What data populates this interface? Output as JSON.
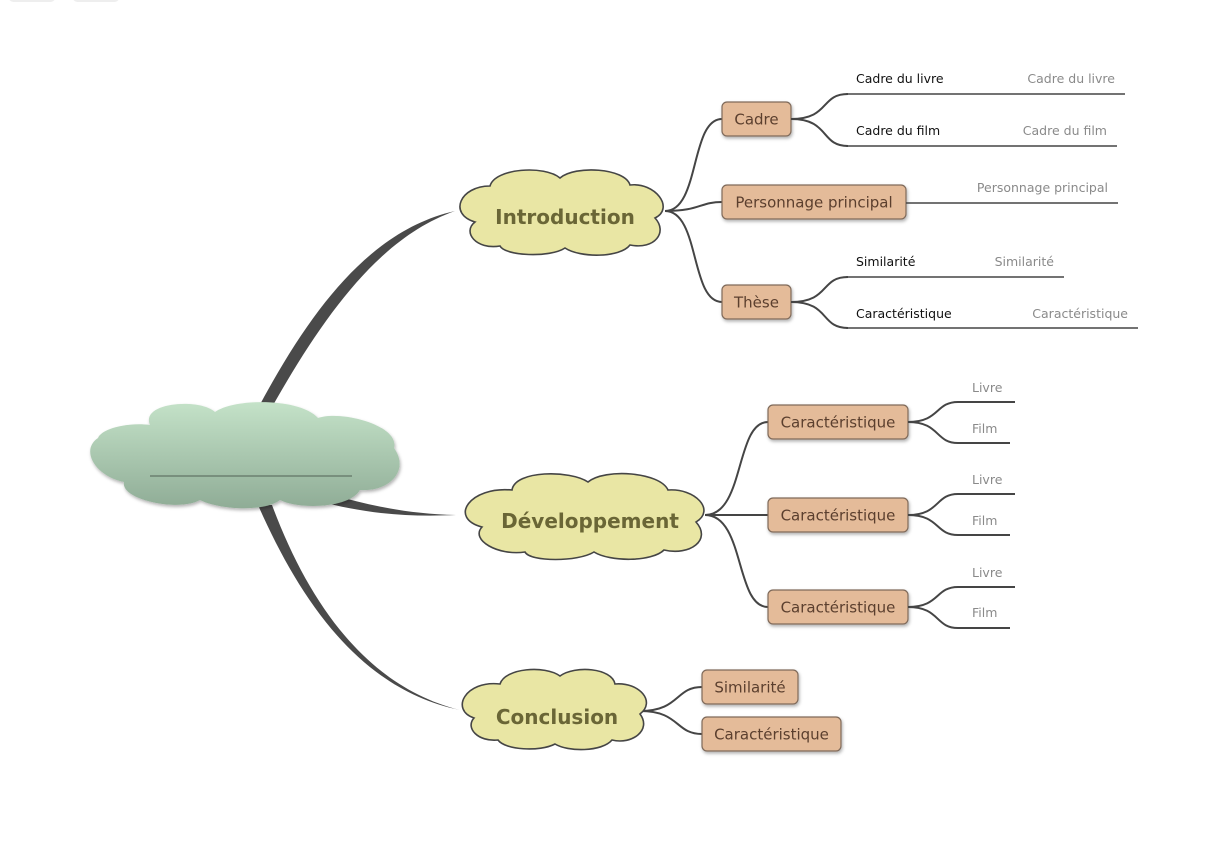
{
  "map": {
    "central": {
      "title": ""
    },
    "topics": {
      "introduction": {
        "label": "Introduction",
        "cadre": {
          "label": "Cadre",
          "livre": {
            "label": "Cadre du livre",
            "note": "Cadre du livre"
          },
          "film": {
            "label": "Cadre du film",
            "note": "Cadre du film"
          }
        },
        "personnage": {
          "label": "Personnage principal",
          "note": "Personnage principal"
        },
        "these": {
          "label": "Thèse",
          "similarite": {
            "label": "Similarité",
            "note": "Similarité"
          },
          "caracteristique": {
            "label": "Caractéristique",
            "note": "Caractéristique"
          }
        }
      },
      "developpement": {
        "label": "Développement",
        "branches": [
          {
            "label": "Caractéristique",
            "livre": "Livre",
            "film": "Film"
          },
          {
            "label": "Caractéristique",
            "livre": "Livre",
            "film": "Film"
          },
          {
            "label": "Caractéristique",
            "livre": "Livre",
            "film": "Film"
          }
        ]
      },
      "conclusion": {
        "label": "Conclusion",
        "similarite": "Similarité",
        "caracteristique": "Caractéristique"
      }
    }
  },
  "colors": {
    "central_cloud_top": "#c4e2c8",
    "central_cloud_bottom": "#8fac96",
    "topic_cloud": "#e9e6a4",
    "topic_text": "#6a6636",
    "subtopic_box": "#e4bb99",
    "subtopic_text": "#5b3f2e",
    "connector": "#454545"
  }
}
